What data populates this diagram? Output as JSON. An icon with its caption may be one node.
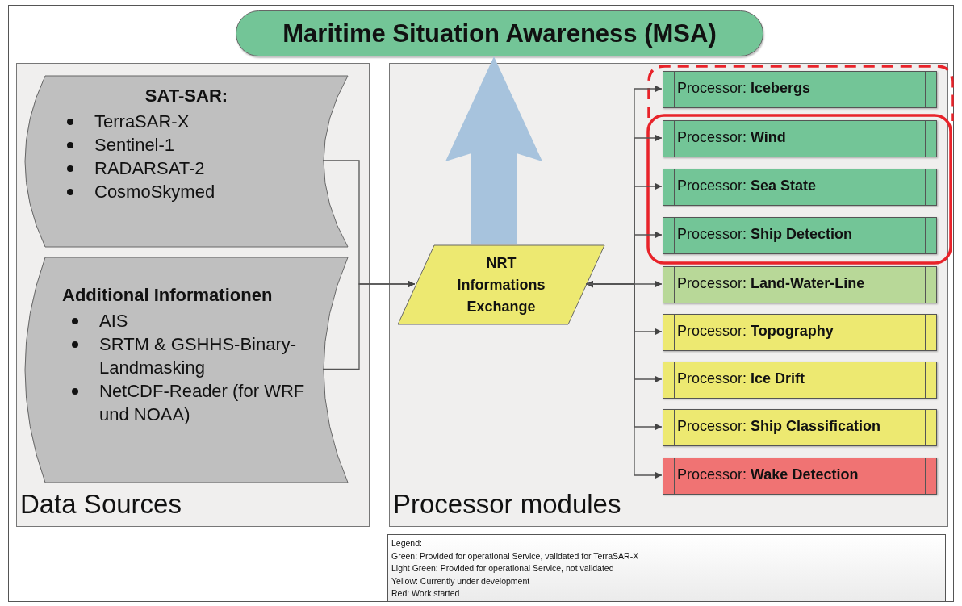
{
  "diagram": {
    "nodes": [
      {
        "text": [
          "Maritime Situation Awareness (MSA)"
        ]
      },
      {
        "text": [
          "Data Sources"
        ]
      },
      {
        "text": [
          "SAT-SAR:",
          "TerraSAR-X",
          "Sentinel-1",
          "RADARSAT-2",
          "CosmoSkymed"
        ],
        "in": 1
      },
      {
        "text": [
          "Additional Informationen",
          "AIS",
          "SRTM & GSHHS-Binary-Landmasking",
          "NetCDF-Reader (for WRF und NOAA)"
        ],
        "in": 1
      },
      {
        "text": [
          "Processor modules"
        ]
      },
      {
        "text": [
          "NRT Informations Exchange"
        ],
        "in": 4
      },
      {
        "text": [
          "Processor: **Icebergs**"
        ],
        "in": 4
      },
      {
        "text": [
          "Processor: **Wind**"
        ],
        "in": 4
      },
      {
        "text": [
          "Processor: **Sea State**"
        ],
        "in": 4
      },
      {
        "text": [
          "Processor: **Ship Detection**"
        ],
        "in": 4
      },
      {
        "text": [
          "Processor: **Land-Water-Line**"
        ],
        "in": 4
      },
      {
        "text": [
          "Processor: **Topography**"
        ],
        "in": 4
      },
      {
        "text": [
          "Processor: **Ice Drift**"
        ],
        "in": 4
      },
      {
        "text": [
          "Processor: **Ship Classification**"
        ],
        "in": 4
      },
      {
        "text": [
          "Processor: **Wake Detection**"
        ],
        "in": 4
      }
    ],
    "edges": [
      {
        "from": 2,
        "to": 5,
        "arrow": "to"
      },
      {
        "from": 3,
        "to": 5,
        "arrow": "to"
      },
      {
        "from": 5,
        "to": 0,
        "arrow": "to",
        "style": "thick",
        "color": "#a7c3dd"
      },
      {
        "from": 5,
        "to": 6,
        "arrow": "to"
      },
      {
        "from": 5,
        "to": 7,
        "arrow": "to"
      },
      {
        "from": 5,
        "to": 8,
        "arrow": "to"
      },
      {
        "from": 5,
        "to": 9,
        "arrow": "to"
      },
      {
        "from": 5,
        "to": 10,
        "arrow": "both"
      },
      {
        "from": 5,
        "to": 11,
        "arrow": "to"
      },
      {
        "from": 5,
        "to": 12,
        "arrow": "to"
      },
      {
        "from": 5,
        "to": 13,
        "arrow": "to"
      },
      {
        "from": 5,
        "to": 14,
        "arrow": "to"
      }
    ],
    "labels": [
      "Legend:",
      "Green: Provided for operational Service, validated for TerraSAR-X",
      "Light Green: Provided for operational Service, not validated",
      "Yellow: Currently under development",
      "Red: Work started"
    ]
  }
}
